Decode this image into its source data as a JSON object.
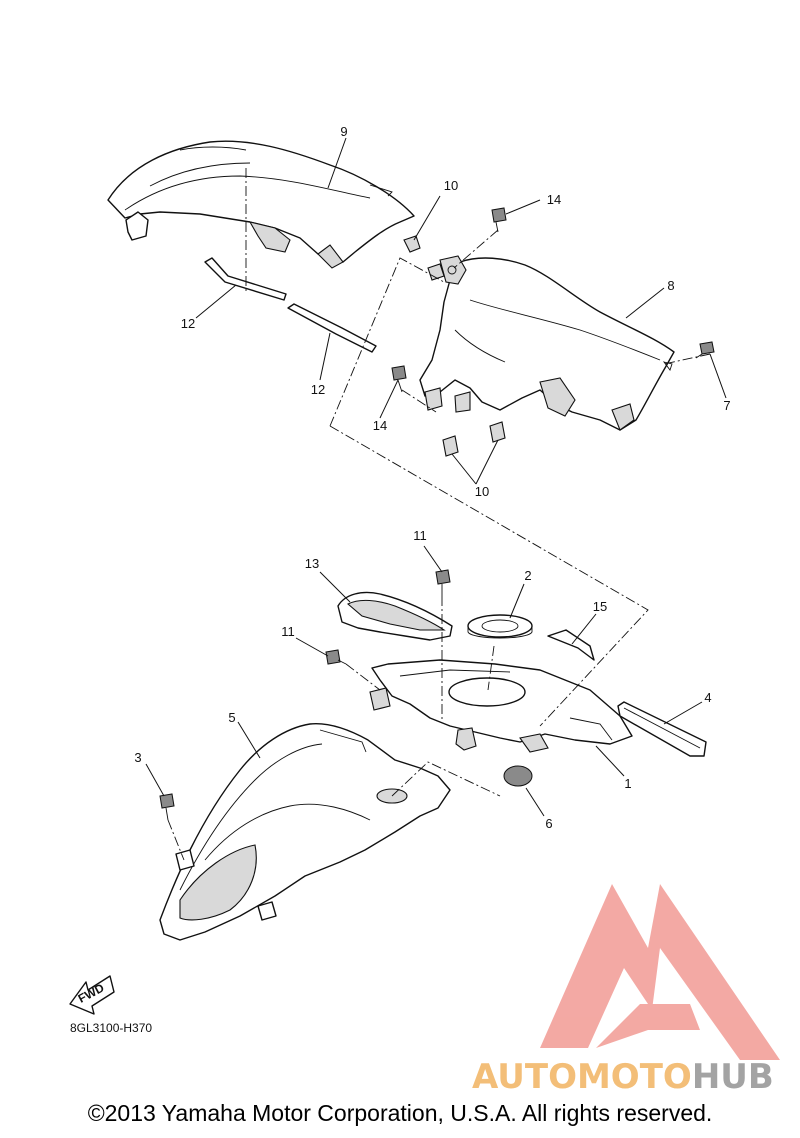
{
  "callouts": [
    {
      "id": "c9",
      "label": "9"
    },
    {
      "id": "c10a",
      "label": "10"
    },
    {
      "id": "c14a",
      "label": "14"
    },
    {
      "id": "c8",
      "label": "8"
    },
    {
      "id": "c7",
      "label": "7"
    },
    {
      "id": "c12a",
      "label": "12"
    },
    {
      "id": "c12b",
      "label": "12"
    },
    {
      "id": "c14b",
      "label": "14"
    },
    {
      "id": "c10b",
      "label": "10"
    },
    {
      "id": "c11a",
      "label": "11"
    },
    {
      "id": "c13",
      "label": "13"
    },
    {
      "id": "c2",
      "label": "2"
    },
    {
      "id": "c15",
      "label": "15"
    },
    {
      "id": "c11b",
      "label": "11"
    },
    {
      "id": "c5",
      "label": "5"
    },
    {
      "id": "c4",
      "label": "4"
    },
    {
      "id": "c3",
      "label": "3"
    },
    {
      "id": "c1",
      "label": "1"
    },
    {
      "id": "c6",
      "label": "6"
    }
  ],
  "fwd_label": "FWD",
  "diagram_code": "8GL3100-H370",
  "watermark": {
    "part1": "AUTOMOTO",
    "part2": "HUB",
    "color_light": "#f9d48a",
    "color_red": "#f2a09a",
    "color_gray": "#9a9a9a"
  },
  "copyright": "©2013 Yamaha Motor Corporation, U.S.A. All rights reserved."
}
